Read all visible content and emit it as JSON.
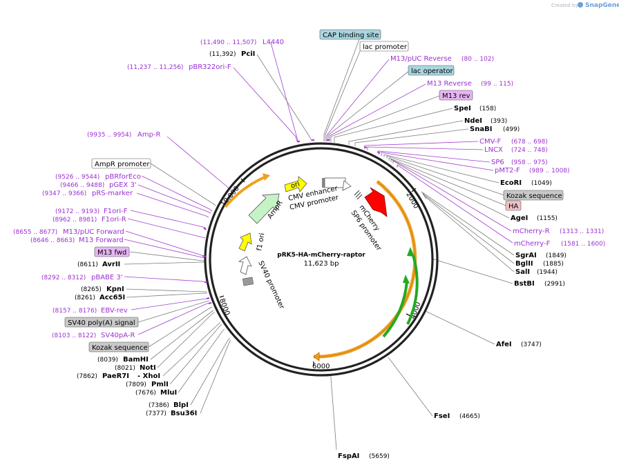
{
  "credit": {
    "created_by": "Created by",
    "brand": "SnapGene"
  },
  "plasmid": {
    "name": "pRK5-HA-mCherry-raptor",
    "size": "11,623 bp"
  },
  "ruler": {
    "r10000": "10,000",
    "r2000": "2000",
    "r4000": "4000",
    "r6000": "6000",
    "r8000": "8000"
  },
  "inner": {
    "ori": "ori",
    "cmv_enhancer": "CMV enhancer",
    "cmv_promoter": "CMV promoter",
    "ampr": "AmpR",
    "f1_ori": "f1 ori",
    "sv40_promoter": "SV40 promoter",
    "mcherry": "mCherry",
    "sp6_promoter": "SP6 promoter"
  },
  "boxed": {
    "cap": "CAP binding site",
    "lac_promoter": "lac promoter",
    "lac_operator": "lac operator",
    "m13_rev": "M13 rev",
    "ampr_promoter": "AmpR promoter",
    "kozak1": "Kozak sequence",
    "ha": "HA",
    "m13_fwd": "M13 fwd",
    "sv40_polya": "SV40 poly(A) signal",
    "kozak2": "Kozak sequence"
  },
  "primers": {
    "l4440": {
      "pos": "(11,490 .. 11,507)",
      "name": "L4440"
    },
    "pbr322ori": {
      "pos": "(11,237 .. 11,256)",
      "name": "pBR322ori-F"
    },
    "m13puc_rev": {
      "name": "M13/pUC Reverse",
      "pos": "(80 .. 102)"
    },
    "m13_reverse": {
      "name": "M13 Reverse",
      "pos": "(99 .. 115)"
    },
    "cmvf": {
      "name": "CMV-F",
      "pos": "(678 .. 698)"
    },
    "lncx": {
      "name": "LNCX",
      "pos": "(724 .. 748)"
    },
    "sp6": {
      "name": "SP6",
      "pos": "(958 .. 975)"
    },
    "pmt2f": {
      "name": "pMT2-F",
      "pos": "(989 .. 1008)"
    },
    "mcherry_r": {
      "name": "mCherry-R",
      "pos": "(1313 .. 1331)"
    },
    "mcherry_f": {
      "name": "mCherry-F",
      "pos": "(1581 .. 1600)"
    },
    "ampr_primer": {
      "pos": "(9935 .. 9954)",
      "name": "Amp-R"
    },
    "pbrforeco": {
      "pos": "(9526 .. 9544)",
      "name": "pBRforEco"
    },
    "pgex3": {
      "pos": "(9466 .. 9488)",
      "name": "pGEX 3'"
    },
    "prs_marker": {
      "pos": "(9347 .. 9366)",
      "name": "pRS-marker"
    },
    "f1ori_f": {
      "pos": "(9172 .. 9193)",
      "name": "F1ori-F"
    },
    "f1ori_r": {
      "pos": "(8962 .. 8981)",
      "name": "F1ori-R"
    },
    "m13puc_fwd": {
      "pos": "(8655 .. 8677)",
      "name": "M13/pUC Forward"
    },
    "m13_forward": {
      "pos": "(8646 .. 8663)",
      "name": "M13 Forward"
    },
    "pbabe3": {
      "pos": "(8292 .. 8312)",
      "name": "pBABE 3'"
    },
    "ebvrev": {
      "pos": "(8157 .. 8176)",
      "name": "EBV-rev"
    },
    "sv40pa_r": {
      "pos": "(8103 .. 8122)",
      "name": "SV40pA-R"
    }
  },
  "enzymes": {
    "pcii": {
      "pos": "(11,392)",
      "name": "PciI"
    },
    "spei": {
      "name": "SpeI",
      "pos": "(158)"
    },
    "ndei": {
      "name": "NdeI",
      "pos": "(393)"
    },
    "snabi": {
      "name": "SnaBI",
      "pos": "(499)"
    },
    "ecori": {
      "name": "EcoRI",
      "pos": "(1049)"
    },
    "agei": {
      "name": "AgeI",
      "pos": "(1155)"
    },
    "sgrai": {
      "name": "SgrAI",
      "pos": "(1849)"
    },
    "bglii": {
      "name": "BglII",
      "pos": "(1885)"
    },
    "sali": {
      "name": "SalI",
      "pos": "(1944)"
    },
    "bstbi": {
      "name": "BstBI",
      "pos": "(2991)"
    },
    "afei": {
      "name": "AfeI",
      "pos": "(3747)"
    },
    "fsei": {
      "name": "FseI",
      "pos": "(4665)"
    },
    "fspai": {
      "name": "FspAI",
      "pos": "(5659)"
    },
    "avrii": {
      "pos": "(8611)",
      "name": "AvrII"
    },
    "kpni": {
      "pos": "(8265)",
      "name": "KpnI"
    },
    "acc65i": {
      "pos": "(8261)",
      "name": "Acc65I"
    },
    "bamhi": {
      "pos": "(8039)",
      "name": "BamHI"
    },
    "noti": {
      "pos": "(8021)",
      "name": "NotI"
    },
    "paer7i": {
      "pos": "(7862)",
      "name": "PaeR7I"
    },
    "xhoi": {
      "name": "- XhoI"
    },
    "pmli": {
      "pos": "(7809)",
      "name": "PmlI"
    },
    "mlui": {
      "pos": "(7676)",
      "name": "MluI"
    },
    "blpi": {
      "pos": "(7386)",
      "name": "BlpI"
    },
    "bsu36i": {
      "pos": "(7377)",
      "name": "Bsu36I"
    }
  },
  "colors": {
    "enzyme_line": "#7a7a7a",
    "primer_line": "#a23ccf",
    "primer_text": "#9a2fd0",
    "ori_yellow": "#ffff00",
    "ampr_green": "#c6f3c6",
    "mcherry_red": "#ff0000",
    "orange_orf": "#f0a020",
    "green_orf": "#22aa22",
    "cap_box": "#a9d6e0",
    "kozak_box": "#c8c8c8",
    "m13_box": "#e7b5f3",
    "ha_box": "#f0c0c8"
  }
}
